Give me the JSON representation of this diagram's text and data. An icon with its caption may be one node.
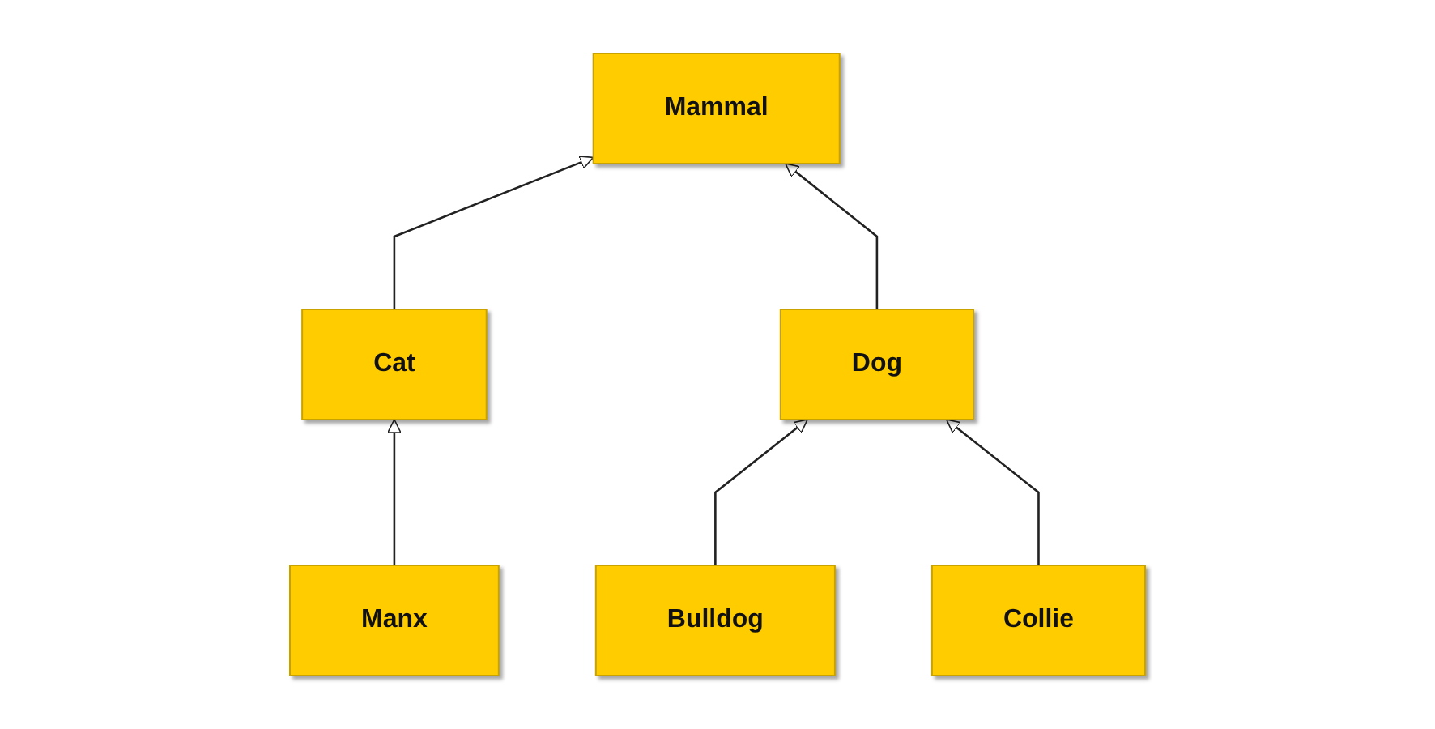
{
  "diagram": {
    "nodes": [
      {
        "text": [
          "Mammal"
        ]
      },
      {
        "text": [
          "Cat"
        ]
      },
      {
        "text": [
          "Dog"
        ]
      },
      {
        "text": [
          "Manx"
        ]
      },
      {
        "text": [
          "Bulldog"
        ]
      },
      {
        "text": [
          "Collie"
        ]
      }
    ],
    "edges": [
      {
        "from": 1,
        "to": 0,
        "arrow": "to"
      },
      {
        "from": 2,
        "to": 0,
        "arrow": "to"
      },
      {
        "from": 3,
        "to": 1,
        "arrow": "to"
      },
      {
        "from": 4,
        "to": 2,
        "arrow": "to"
      },
      {
        "from": 5,
        "to": 2,
        "arrow": "to"
      }
    ]
  }
}
